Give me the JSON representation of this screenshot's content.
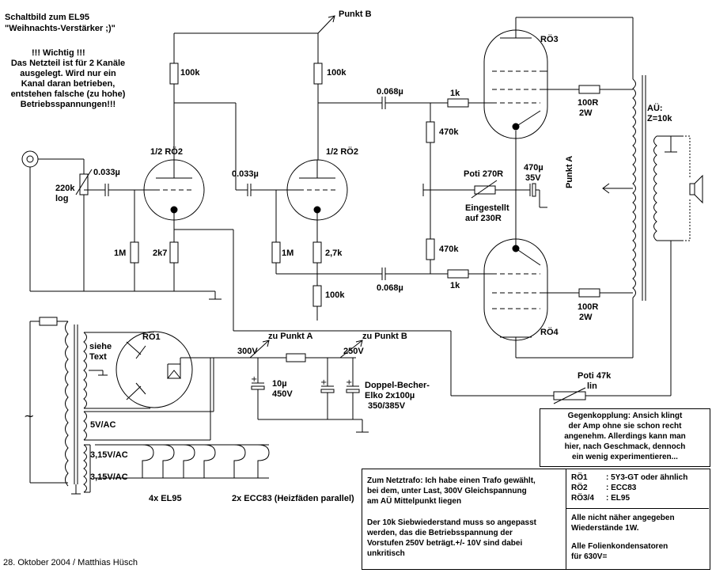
{
  "title": {
    "line1": "Schaltbild zum EL95",
    "line2": "\"Weihnachts-Verstärker ;)\""
  },
  "warning": {
    "heading": "!!! Wichtig !!!",
    "lines": [
      "Das Netzteil ist für 2 Kanäle",
      "ausgelegt. Wird nur ein",
      "Kanal daran betrieben,",
      "entstehen falsche (zu hohe)",
      "Betriebsspannungen!!!"
    ]
  },
  "labels": {
    "punkt_b": "Punkt B",
    "punkt_a": "Punkt A",
    "zu_punkt_a": "zu Punkt A",
    "zu_punkt_b": "zu Punkt B",
    "r_100k_a": "100k",
    "r_100k_b": "100k",
    "r_100k_c": "100k",
    "r_220k": "220k",
    "r_220k_taper": "log",
    "c_0033_in": "0.033µ",
    "c_0033_mid": "0.033µ",
    "tube_ro2_a": "1/2 RÖ2",
    "tube_ro2_b": "1/2 RÖ2",
    "r_1m_a": "1M",
    "r_2k7_a": "2k7",
    "r_1m_b": "1M",
    "r_2k7_b": "2,7k",
    "c_0068_top": "0.068µ",
    "c_0068_bot": "0.068µ",
    "r_1k_top": "1k",
    "r_1k_bot": "1k",
    "r_470k_top": "470k",
    "r_470k_bot": "470k",
    "poti_270": "Poti 270R",
    "eingestellt_1": "Eingestellt",
    "eingestellt_2": "auf 230R",
    "c_470_1": "470µ",
    "c_470_2": "35V",
    "tube_ro3": "RÖ3",
    "tube_ro4": "RÖ4",
    "r_100r_top_1": "100R",
    "r_100r_top_2": "2W",
    "r_100r_bot_1": "100R",
    "r_100r_bot_2": "2W",
    "au_1": "AÜ:",
    "au_2": "Z=10k",
    "ro1": "RÖ1",
    "siehe_1": "siehe",
    "siehe_2": "Text",
    "v300": "300V",
    "v250": "250V",
    "c_10_1": "10µ",
    "c_10_2": "450V",
    "elko_1": "Doppel-Becher-",
    "elko_2": "Elko 2x100µ",
    "elko_3": "350/385V",
    "v5ac": "5V/AC",
    "v315_a": "3,15V/AC",
    "v315_b": "3,15V/AC",
    "el95_4x": "4x EL95",
    "ecc83_2x": "2x ECC83  (Heizfäden parallel)",
    "poti_47k_1": "Poti 47k",
    "poti_47k_2": "lin",
    "footer": "28. Oktober 2004 / Matthias Hüsch"
  },
  "notes": {
    "gegenkopplung": [
      "Gegenkopplung: Ansich klingt",
      "der Amp ohne sie schon recht",
      "angenehm. Allerdings kann man",
      "hier, nach Geschmack, dennoch",
      "ein wenig experimentieren..."
    ],
    "netztrafo": [
      "Zum Netztrafo: Ich habe einen Trafo gewählt,",
      "bei dem, unter Last, 300V Gleichspannung",
      "am AÜ Mittelpunkt liegen"
    ],
    "sieb": [
      "Der 10k Siebwiederstand muss so angepasst",
      "werden, das die Betriebsspannung der",
      "Vorstufen 250V beträgt.+/- 10V sind dabei",
      "unkritisch"
    ],
    "tubes": [
      {
        "name": "RÖ1",
        "type": ": 5Y3-GT oder ähnlich"
      },
      {
        "name": "RÖ2",
        "type": ": ECC83"
      },
      {
        "name": "RÖ3/4",
        "type": ": EL95"
      }
    ],
    "resistors": [
      "Alle nicht näher angegeben",
      "Wiederstände 1W."
    ],
    "caps": [
      "Alle Folienkondensatoren",
      "für 630V="
    ]
  }
}
